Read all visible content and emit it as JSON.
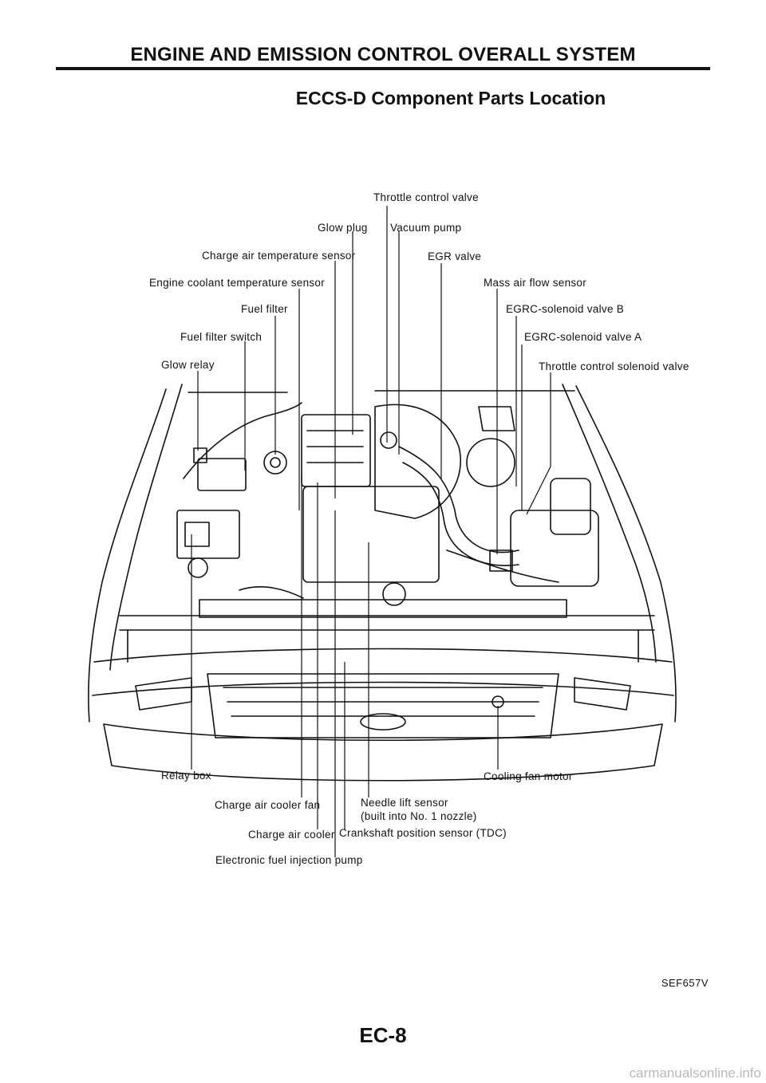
{
  "header": {
    "section_title": "ENGINE AND EMISSION CONTROL OVERALL SYSTEM"
  },
  "page_title": "ECCS-D Component Parts Location",
  "labels": {
    "throttle_control_valve": "Throttle control valve",
    "glow_plug": "Glow plug",
    "vacuum_pump": "Vacuum pump",
    "charge_air_temperature_sensor": "Charge air temperature sensor",
    "egr_valve": "EGR valve",
    "engine_coolant_temperature_sensor": "Engine coolant temperature sensor",
    "mass_air_flow_sensor": "Mass air flow sensor",
    "fuel_filter": "Fuel filter",
    "egrc_solenoid_valve_b": "EGRC-solenoid valve B",
    "fuel_filter_switch": "Fuel filter switch",
    "egrc_solenoid_valve_a": "EGRC-solenoid valve A",
    "glow_relay": "Glow relay",
    "throttle_control_solenoid_valve": "Throttle control solenoid valve",
    "relay_box": "Relay box",
    "cooling_fan_motor": "Cooling fan motor",
    "charge_air_cooler_fan": "Charge air cooler fan",
    "needle_lift_sensor": "Needle lift sensor\n(built into No. 1 nozzle)",
    "charge_air_cooler": "Charge air cooler",
    "crankshaft_position_sensor": "Crankshaft position sensor (TDC)",
    "electronic_fuel_injection_pump": "Electronic fuel injection pump"
  },
  "figure_code": "SEF657V",
  "page_number": "EC-8",
  "footer_watermark": "carmanualsonline.info"
}
